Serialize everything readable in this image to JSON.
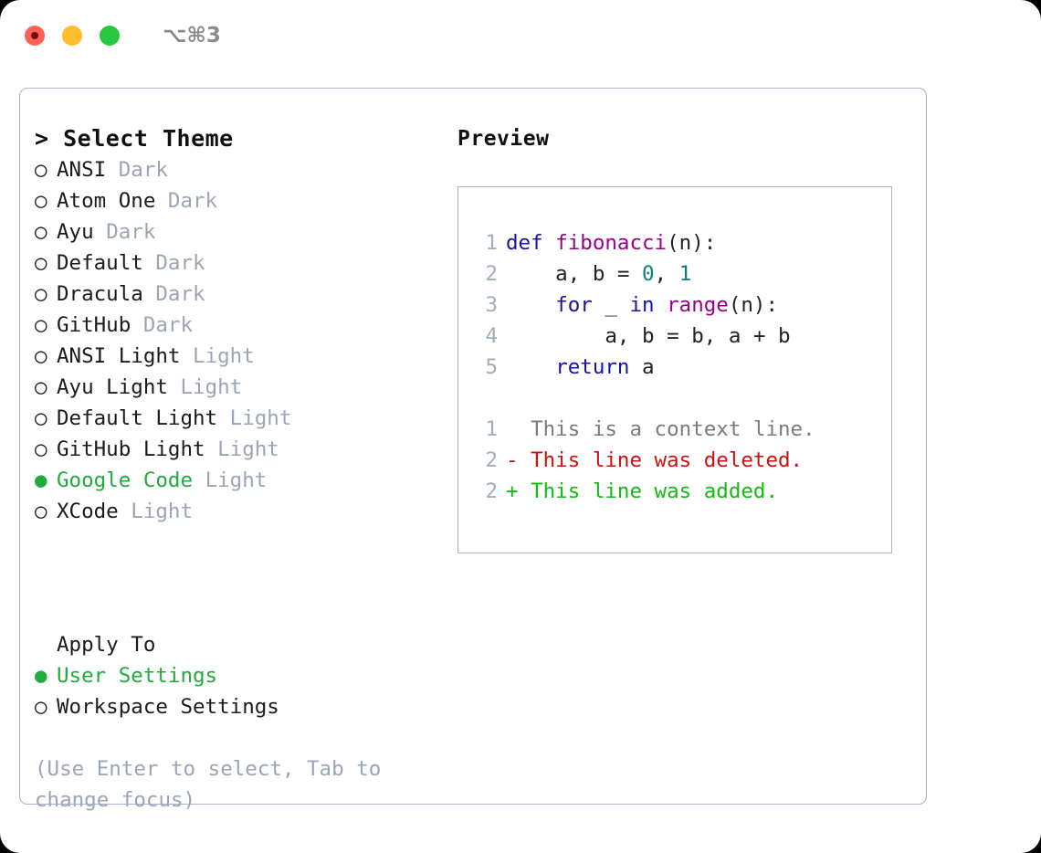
{
  "window": {
    "shortcut": "⌥⌘3",
    "traffic_lights": [
      {
        "name": "close",
        "color": "#ff6058"
      },
      {
        "name": "minimize",
        "color": "#ffbd2e"
      },
      {
        "name": "maximize",
        "color": "#28c840"
      }
    ]
  },
  "accent": {
    "green": "#21ab3b",
    "muted": "#9aa5b5",
    "border": "#aab4c2"
  },
  "theme_picker": {
    "header": "> Select Theme",
    "bullet_off": "○",
    "bullet_on": "●",
    "items": [
      {
        "name": "ANSI",
        "tag": "Dark",
        "selected": false
      },
      {
        "name": "Atom One",
        "tag": "Dark",
        "selected": false
      },
      {
        "name": "Ayu",
        "tag": "Dark",
        "selected": false
      },
      {
        "name": "Default",
        "tag": "Dark",
        "selected": false
      },
      {
        "name": "Dracula",
        "tag": "Dark",
        "selected": false
      },
      {
        "name": "GitHub",
        "tag": "Dark",
        "selected": false
      },
      {
        "name": "ANSI Light",
        "tag": "Light",
        "selected": false
      },
      {
        "name": "Ayu Light",
        "tag": "Light",
        "selected": false
      },
      {
        "name": "Default Light",
        "tag": "Light",
        "selected": false
      },
      {
        "name": "GitHub Light",
        "tag": "Light",
        "selected": false
      },
      {
        "name": "Google Code",
        "tag": "Light",
        "selected": true
      },
      {
        "name": "XCode",
        "tag": "Light",
        "selected": false
      }
    ]
  },
  "apply_to": {
    "header": "Apply To",
    "options": [
      {
        "label": "User Settings",
        "selected": true
      },
      {
        "label": "Workspace Settings",
        "selected": false
      }
    ]
  },
  "hint": "(Use Enter to select, Tab to change focus)",
  "preview": {
    "title": "Preview",
    "code_lines": [
      {
        "number": "1",
        "tokens": [
          {
            "text": "def ",
            "kind": "kw"
          },
          {
            "text": "fibonacci",
            "kind": "fn"
          },
          {
            "text": "(n):",
            "kind": "plain"
          }
        ]
      },
      {
        "number": "2",
        "tokens": [
          {
            "text": "    a, b = ",
            "kind": "plain"
          },
          {
            "text": "0",
            "kind": "num"
          },
          {
            "text": ", ",
            "kind": "plain"
          },
          {
            "text": "1",
            "kind": "num"
          }
        ]
      },
      {
        "number": "3",
        "tokens": [
          {
            "text": "    ",
            "kind": "plain"
          },
          {
            "text": "for",
            "kind": "kw"
          },
          {
            "text": " _ ",
            "kind": "plain"
          },
          {
            "text": "in",
            "kind": "kw"
          },
          {
            "text": " ",
            "kind": "plain"
          },
          {
            "text": "range",
            "kind": "fn"
          },
          {
            "text": "(n):",
            "kind": "plain"
          }
        ]
      },
      {
        "number": "4",
        "tokens": [
          {
            "text": "        a, b = b, a + b",
            "kind": "plain"
          }
        ]
      },
      {
        "number": "5",
        "tokens": [
          {
            "text": "    ",
            "kind": "plain"
          },
          {
            "text": "return",
            "kind": "kw"
          },
          {
            "text": " a",
            "kind": "plain"
          }
        ]
      }
    ],
    "diff_lines": [
      {
        "number": "1",
        "marker": " ",
        "text": " This is a context line.",
        "kind": "ctx"
      },
      {
        "number": "2",
        "marker": "-",
        "text": " This line was deleted.",
        "kind": "del"
      },
      {
        "number": "2",
        "marker": "+",
        "text": " This line was added.",
        "kind": "add"
      }
    ]
  }
}
